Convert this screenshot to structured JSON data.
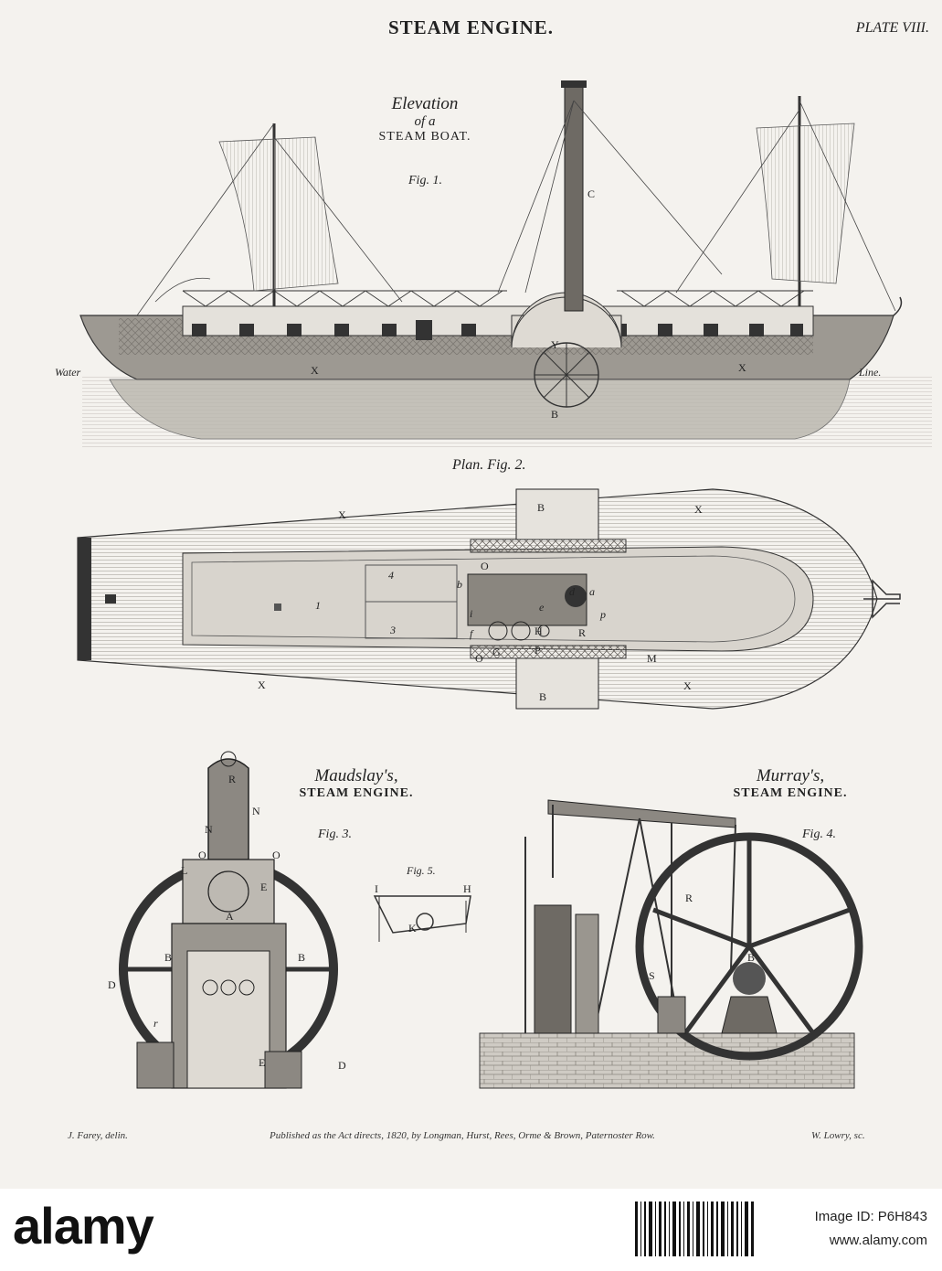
{
  "plate": {
    "title": "STEAM ENGINE.",
    "number": "PLATE VIII."
  },
  "fig1": {
    "caption_line1": "Elevation",
    "caption_line2": "of a",
    "caption_line3": "STEAM BOAT.",
    "label": "Fig. 1.",
    "water": "Water",
    "line": "Line.",
    "letters": {
      "c": "C",
      "y": "Y",
      "b": "B",
      "x1": "X",
      "x2": "X"
    }
  },
  "fig2": {
    "label": "Plan. Fig. 2.",
    "letters": {
      "x_tl": "X",
      "x_tr": "X",
      "x_bl": "X",
      "x_br": "X",
      "b_top": "B",
      "b_bot": "B",
      "o_top": "O",
      "o_bot": "O",
      "d": "d",
      "a": "a",
      "b_small": "b",
      "e": "e",
      "f": "f",
      "g": "G",
      "h": "H",
      "r": "R",
      "p_small": "p",
      "p_big": "P",
      "m": "M",
      "n1": "1",
      "n3": "3",
      "n4": "4",
      "i": "i"
    }
  },
  "fig3": {
    "caption_line1": "Maudslay's,",
    "caption_line2": "STEAM ENGINE.",
    "label": "Fig. 3.",
    "letters": {
      "r": "R",
      "n1": "N",
      "n2": "N",
      "o1": "O",
      "o2": "O",
      "l": "L",
      "e1": "E",
      "a": "A",
      "b1": "B",
      "b2": "B",
      "d1": "D",
      "d2": "D",
      "r_small": "r",
      "e2": "E"
    }
  },
  "fig4": {
    "caption_line1": "Murray's,",
    "caption_line2": "STEAM ENGINE.",
    "label": "Fig. 4.",
    "letters": {
      "r": "R",
      "b": "B",
      "s": "S"
    }
  },
  "fig5": {
    "label": "Fig. 5.",
    "letters": {
      "i": "I",
      "h": "H",
      "k": "K"
    }
  },
  "credits": {
    "left": "J. Farey, delin.",
    "center": "Published as the Act directs, 1820, by Longman, Hurst, Rees, Orme & Brown, Paternoster Row.",
    "right": "W. Lowry, sc."
  },
  "footer": {
    "brand": "alamy",
    "image_id": "Image ID: P6H843",
    "url": "www.alamy.com"
  },
  "colors": {
    "paper": "#f4f2ee",
    "ink": "#222222",
    "engraving_mid": "#8a8680",
    "engraving_light": "#c8c4bc"
  }
}
